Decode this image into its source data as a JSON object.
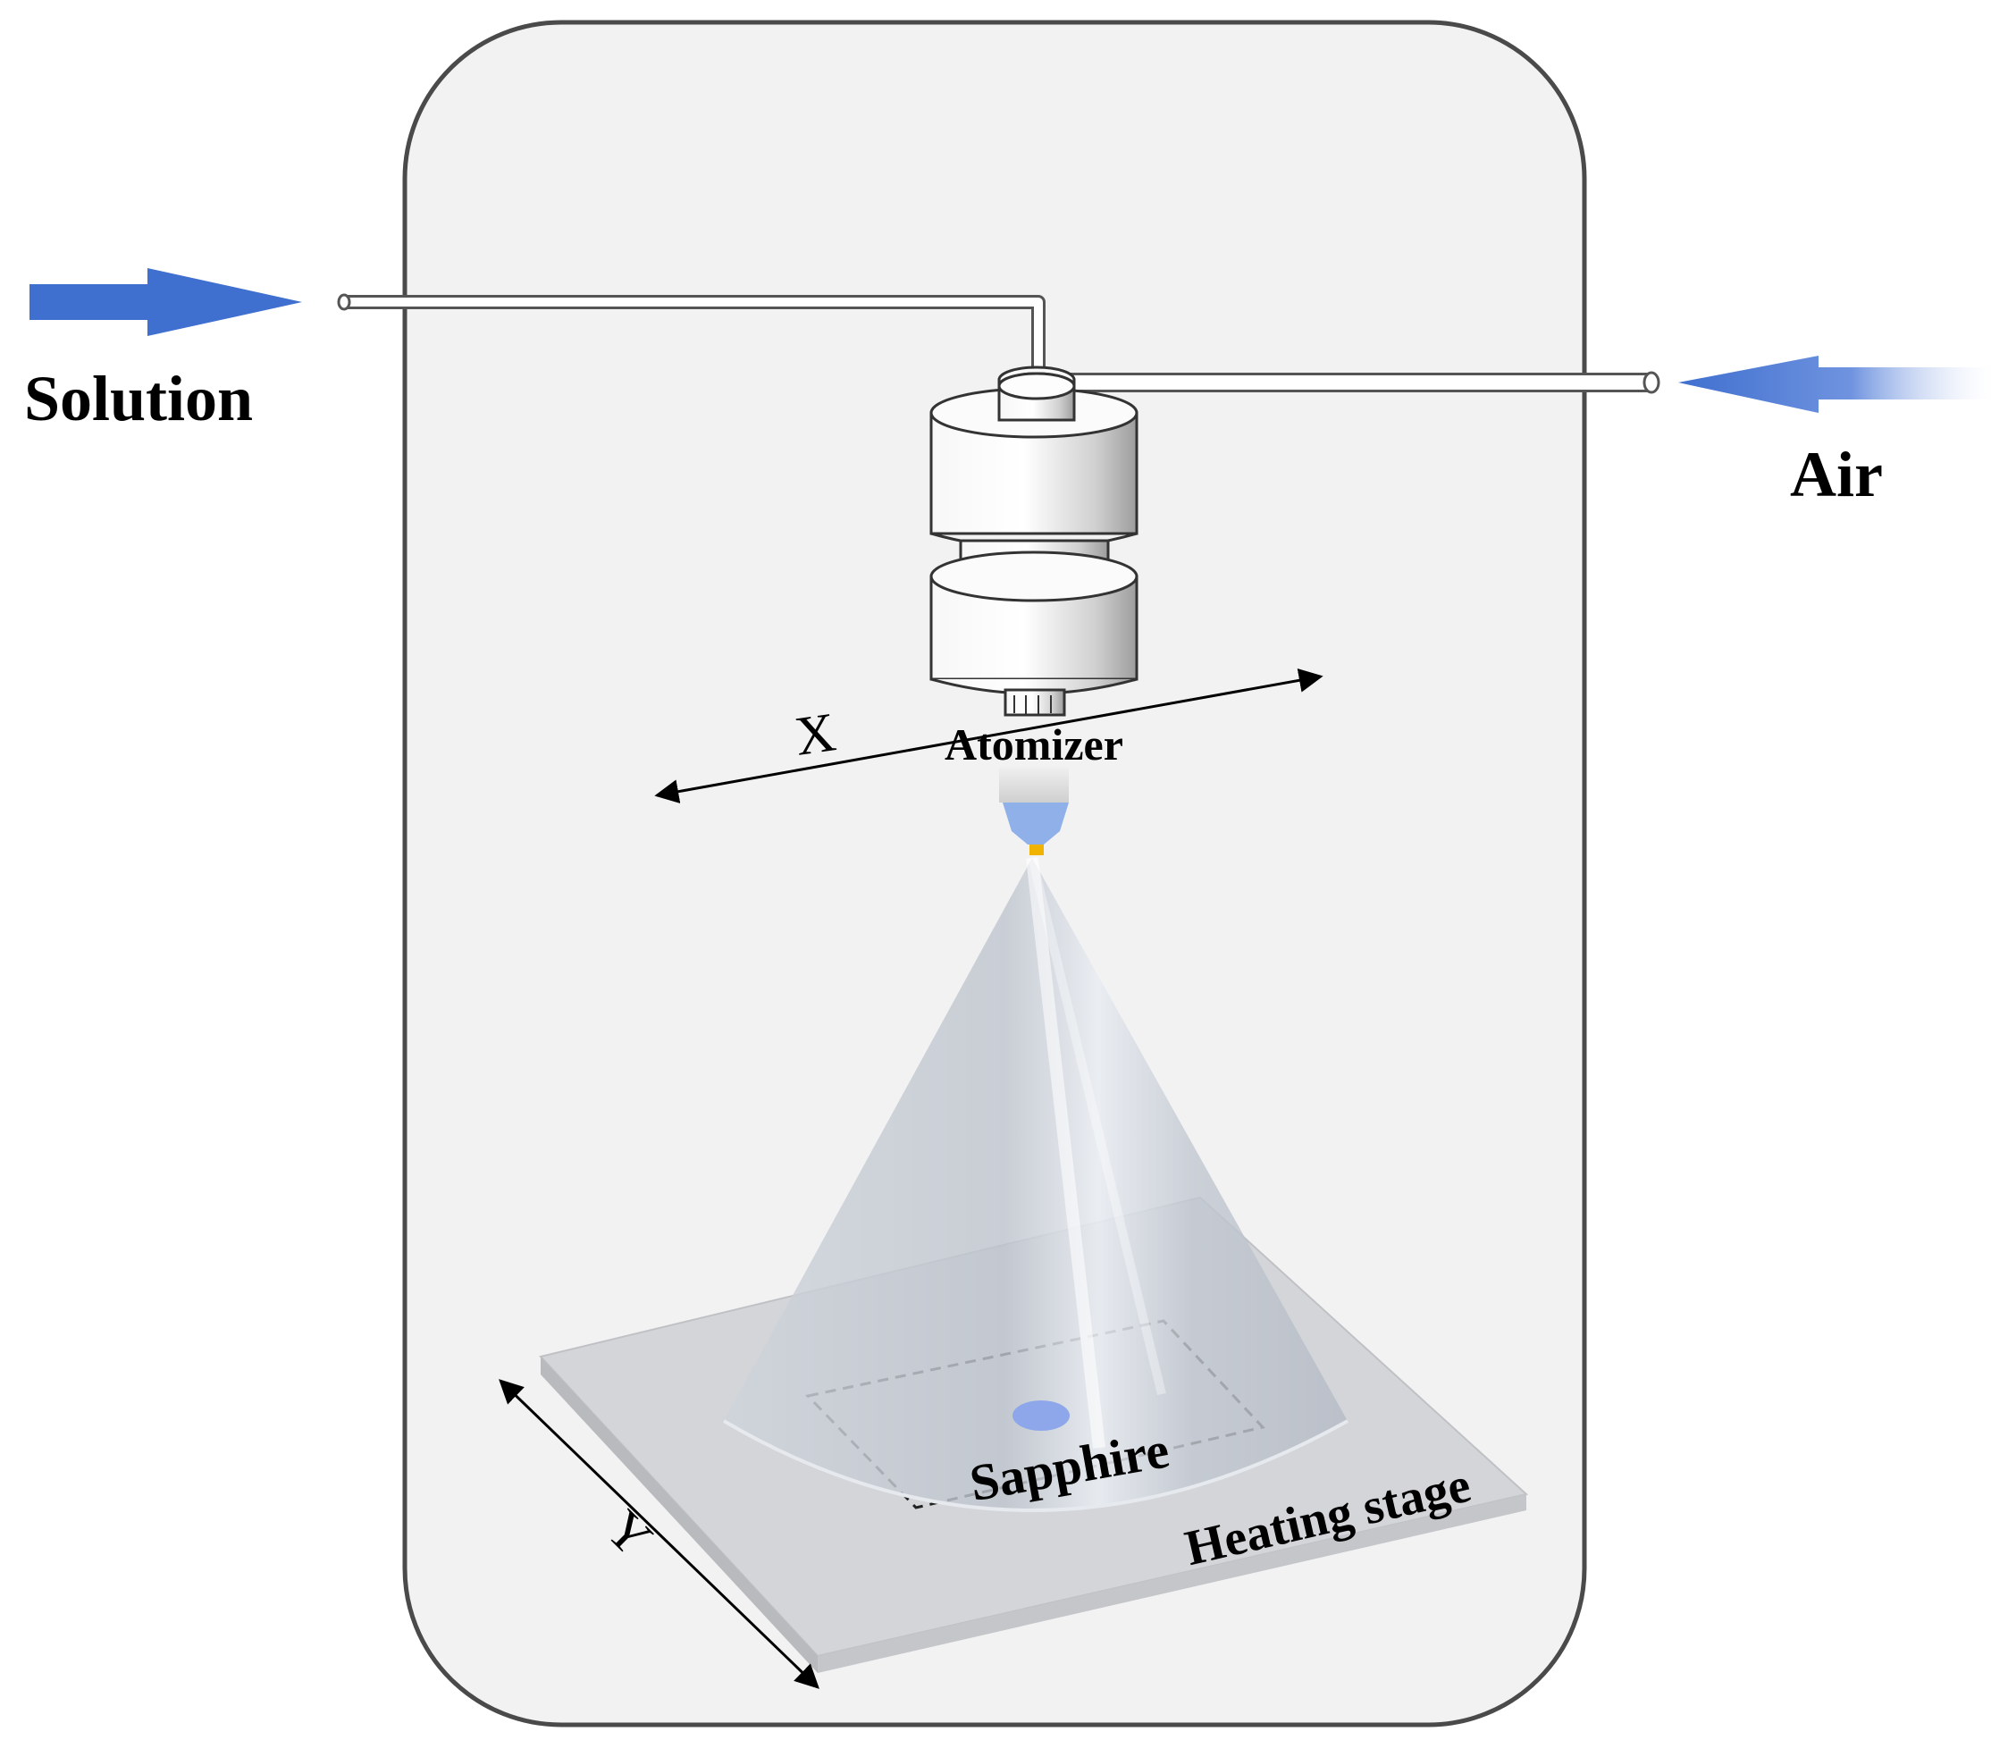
{
  "labels": {
    "solution": "Solution",
    "air": "Air",
    "atomizer": "Atomizer",
    "x_axis": "X",
    "y_axis": "Y",
    "sapphire": "Sapphire",
    "heating_stage": "Heating stage"
  },
  "colors": {
    "chamber_fill": "#f2f2f3",
    "chamber_stroke": "#4a4a4a",
    "arrow_blue": "#3f6fcf",
    "spray_cone": "#c9ced6",
    "nozzle_blue": "#8fb0e8",
    "nozzle_tip": "#f0b400",
    "stage_fill": "#d4d6da",
    "sapphire_spot": "#8ea7ea"
  },
  "icons": {
    "solution_inlet": "arrow-right-icon",
    "air_inlet": "arrow-left-icon",
    "atomizer": "cylinder-atomizer-icon",
    "x_motion": "double-arrow-icon",
    "y_motion": "double-arrow-icon"
  }
}
